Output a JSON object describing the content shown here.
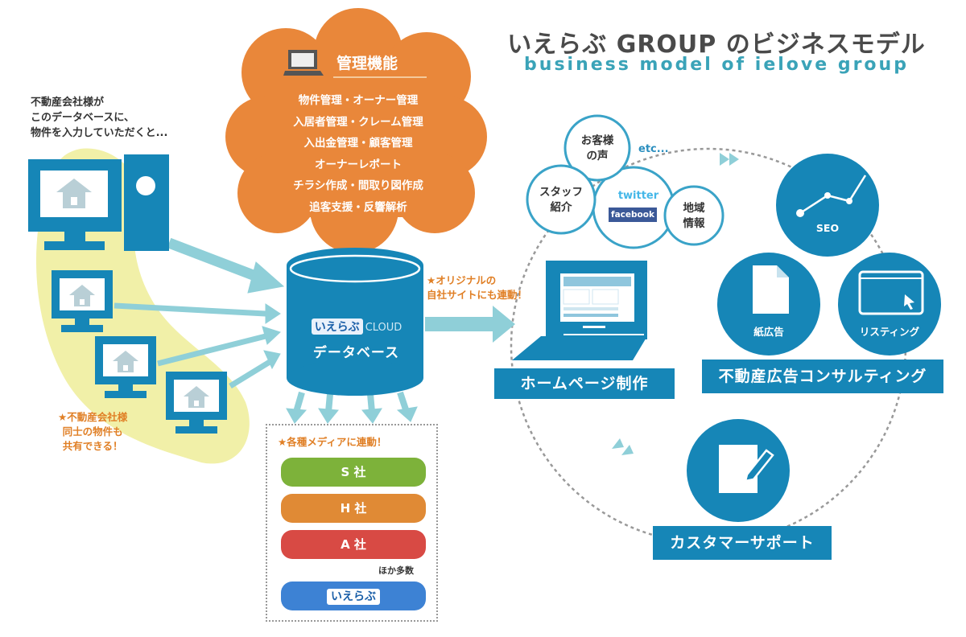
{
  "header": {
    "title_jp": "いえらぶ GROUP のビジネスモデル",
    "title_en": "business model of ielove group"
  },
  "colors": {
    "primary_blue": "#1686b7",
    "light_teal_arrow": "#8fcfd8",
    "orange": "#e9873a",
    "yellow_bg": "#f1f0a8",
    "green_pill": "#7db23a",
    "orange_pill": "#e08a35",
    "red_pill": "#d84a44",
    "blue_pill": "#3d82d4",
    "facebook": "#3b5998",
    "twitter": "#44b7e8"
  },
  "input_section": {
    "intro_text": "不動産会社様が\nこのデータベースに、\n物件を入力していただくと...",
    "share_note": "★不動産会社様\n同士の物件も\n共有できる！",
    "computers": [
      {
        "icon": "desktop-computer-icon",
        "screen_icon": "house-icon"
      },
      {
        "icon": "monitor-icon",
        "screen_icon": "house-icon"
      },
      {
        "icon": "monitor-icon",
        "screen_icon": "house-icon"
      },
      {
        "icon": "monitor-icon",
        "screen_icon": "house-icon"
      }
    ]
  },
  "management_cloud": {
    "icon": "laptop-icon",
    "title": "管理機能",
    "features": [
      "物件管理・オーナー管理",
      "入居者管理・クレーム管理",
      "入出金管理・顧客管理",
      "オーナーレポート",
      "チラシ作成・間取り図作成",
      "追客支援・反響解析"
    ]
  },
  "database": {
    "brand": "いえらぶ",
    "cloud_label": "CLOUD",
    "label": "データベース",
    "site_note": "★オリジナルの\n自社サイトにも連動！"
  },
  "media": {
    "heading": "★各種メディアに連動！",
    "items": [
      {
        "label": "S 社",
        "color": "#7db23a"
      },
      {
        "label": "H 社",
        "color": "#e08a35"
      },
      {
        "label": "A 社",
        "color": "#d84a44"
      }
    ],
    "others_label": "ほか多数",
    "ielove_label": "いえらぶ"
  },
  "cycle": {
    "bubbles": [
      {
        "label": "お客様\nの声"
      },
      {
        "label": "スタッフ\n紹介"
      },
      {
        "label": "地域\n情報"
      }
    ],
    "etc_label": "etc...",
    "twitter_label": "twitter",
    "facebook_label": "facebook",
    "homepage": {
      "icon": "laptop-website-icon",
      "label": "ホームページ制作"
    },
    "consulting": {
      "label": "不動産広告コンサルティング",
      "services": [
        {
          "icon": "chart-line-icon",
          "label": "SEO"
        },
        {
          "icon": "document-icon",
          "label": "紙広告"
        },
        {
          "icon": "browser-cursor-icon",
          "label": "リスティング"
        }
      ]
    },
    "support": {
      "icon": "note-pencil-icon",
      "label": "カスタマーサポート"
    }
  }
}
